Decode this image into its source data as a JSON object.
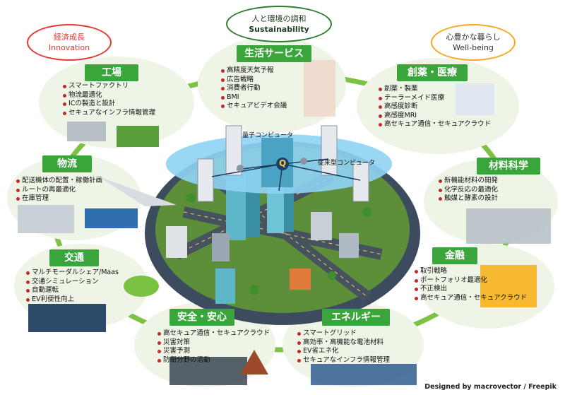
{
  "values": {
    "economic": {
      "jp": "経済成長",
      "en": "Innovation",
      "color": "#e53935"
    },
    "sustainability": {
      "jp": "人と環境の調和",
      "en": "Sustainability",
      "color": "#2e7d32"
    },
    "wellbeing": {
      "jp": "心豊かな暮らし",
      "en": "Well-being",
      "color": "#f9a825"
    }
  },
  "center": {
    "quantum": "量子コンピュータ",
    "classical": "従来型コンピュータ",
    "q_letter": "Q"
  },
  "domains": {
    "factory": {
      "title": "工場",
      "items": [
        "スマートファクトリ",
        "物流最適化",
        "ICの製造と設計",
        "セキュアなインフラ情報管理"
      ]
    },
    "life": {
      "title": "生活サービス",
      "items": [
        "高精度天気予報",
        "広告戦略",
        "消費者行動",
        "BMI",
        "セキュアビデオ会議"
      ]
    },
    "pharma": {
      "title": "創薬・医療",
      "items": [
        "創薬・製薬",
        "テーラーメイド医療",
        "高感度診断",
        "高感度MRI",
        "高セキュア通信・セキュアクラウド"
      ]
    },
    "logistics": {
      "title": "物流",
      "items": [
        "配送機体の配置・稼働計画",
        "ルートの再最適化",
        "在庫管理"
      ]
    },
    "materials": {
      "title": "材料科学",
      "items": [
        "新機能材料の開発",
        "化学反応の最適化",
        "触媒と酵素の設計"
      ]
    },
    "traffic": {
      "title": "交通",
      "items": [
        "マルチモーダルシェア/Maas",
        "交通シミュレーション",
        "自動運転",
        "EV利便性向上"
      ]
    },
    "finance": {
      "title": "金融",
      "items": [
        "取引戦略",
        "ポートフォリオ最適化",
        "不正検出",
        "高セキュア通信・セキュアクラウド"
      ]
    },
    "safety": {
      "title": "安全・安心",
      "items": [
        "高セキュア通信・セキュアクラウド",
        "災害対策",
        "災害予測",
        "防衛分野の活動"
      ]
    },
    "energy": {
      "title": "エネルギー",
      "items": [
        "スマートグリッド",
        "高効率・高機能な電池材料",
        "EV省エネ化",
        "セキュアなインフラ情報管理"
      ]
    }
  },
  "credit": "Designed by macrovector / Freepik",
  "colors": {
    "title_green": "#39a53a",
    "bubble": "#eef5e6",
    "ring": "#7dc242",
    "bullet": "#c62828"
  }
}
